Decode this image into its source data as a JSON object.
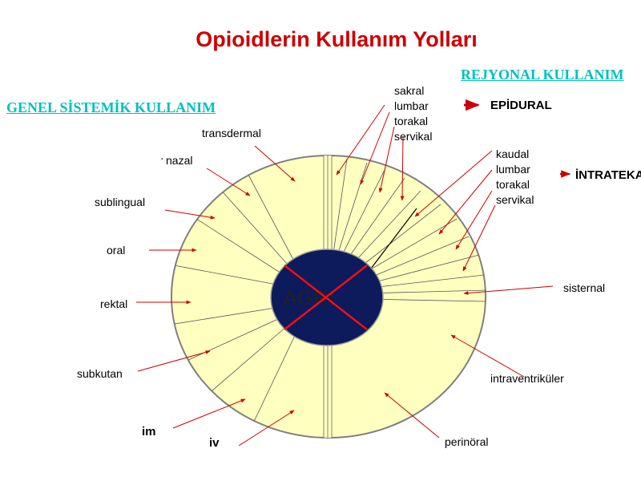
{
  "title": "Opioidlerin Kullanım Yolları",
  "colors": {
    "title": "#cc0000",
    "heading": "#00c0c0",
    "arrow": "#cc0000",
    "disc_fill": "#ffffc0",
    "disc_stroke": "#808080",
    "center_fill": "#0d1a5c",
    "cross": "#ee1111"
  },
  "headings": {
    "general": "GENEL SİSTEMİK KULLANIM",
    "regional": "REJYONAL KULLANIM"
  },
  "center_label": "AGRI",
  "left_labels": {
    "transdermal": "transdermal",
    "nazal_dot": "·",
    "nazal": "nazal",
    "sublingual": "sublingual",
    "oral": "oral",
    "rektal": "rektal",
    "subkutan": "subkutan",
    "im": "im",
    "iv": "iv"
  },
  "regional_groups": {
    "epidural": {
      "items": [
        "sakral",
        "lumbar",
        "torakal",
        "servikal"
      ],
      "route": "EPİDURAL"
    },
    "intratekal": {
      "items": [
        "kaudal",
        "lumbar",
        "torakal",
        "servikal"
      ],
      "route": "İNTRATEKAL"
    }
  },
  "right_labels": {
    "sisternal": "sisternal",
    "intraventrikuler": "intraventriküler",
    "perinoral": "perinöral"
  }
}
